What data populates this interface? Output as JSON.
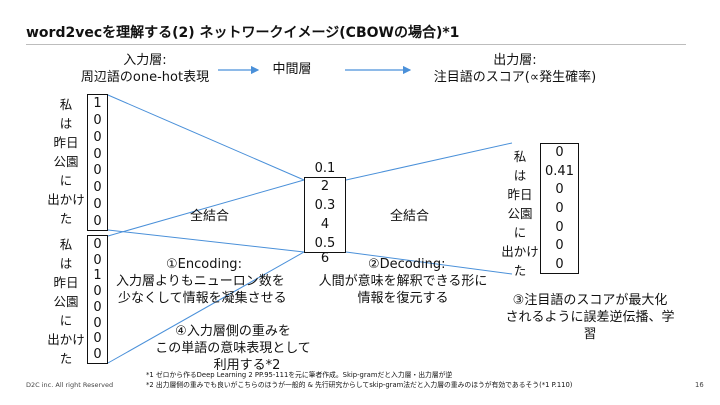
{
  "title": "word2vecを理解する(2) ネットワークイメージ(CBOWの場合)*1",
  "headers": {
    "input": [
      "入力層:",
      "周辺語のone-hot表現"
    ],
    "middle": "中間層",
    "output": [
      "出力層:",
      "注目語のスコア(∝発生確率)"
    ]
  },
  "words": [
    "私",
    "は",
    "昨日",
    "公園",
    "に",
    "出かけ",
    "た"
  ],
  "input_vector_1": [
    "1",
    "0",
    "0",
    "0",
    "0",
    "0",
    "0",
    "0"
  ],
  "input_vector_2": [
    "0",
    "0",
    "1",
    "0",
    "0",
    "0",
    "0",
    "0"
  ],
  "hidden_vector": [
    "0.1",
    "2",
    "0.3",
    "4",
    "0.5",
    "6"
  ],
  "output_vector": [
    "0",
    "0.41",
    "0",
    "0",
    "0",
    "0",
    "0"
  ],
  "labels": {
    "fc_left": "全結合",
    "fc_right": "全結合",
    "encoding": [
      "①Encoding:",
      "入力層よりもニューロン数を",
      "少なくして情報を凝集させる"
    ],
    "decoding": [
      "②Decoding:",
      "人間が意味を解釈できる形に",
      "情報を復元する"
    ],
    "score": [
      "③注目語のスコアが最大化",
      "されるように誤差逆伝播、学",
      "習"
    ],
    "weights": [
      "④入力層側の重みを",
      "この単語の意味表現として",
      "利用する*2"
    ]
  },
  "footer": {
    "copyright": "D2C inc. All right Reserved",
    "note1": "*1 ゼロから作るDeep Learning 2 PP.95-111を元に筆者作成。Skip-gramだと入力層・出力層が逆",
    "note2": "*2 出力層側の重みでも良いがこちらのほうが一般的 & 先行研究からしてskip-gram法だと入力層の重みのほうが有効であるそう(*1 P.110)",
    "page": "16"
  },
  "colors": {
    "line": "#4a90d9",
    "arrow": "#4a90d9",
    "rule": "#bdbdbd"
  }
}
